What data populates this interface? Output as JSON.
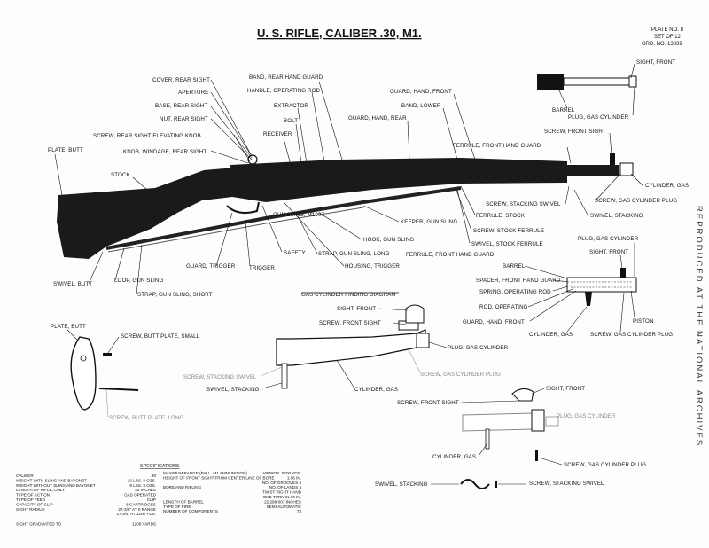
{
  "title": "U. S. RIFLE, CALIBER .30, M1.",
  "plate": {
    "line1": "PLATE NO. 8",
    "line2": "SET OF 12",
    "line3": "ORD. NO. 13839"
  },
  "side_text": "REPRODUCED AT THE NATIONAL ARCHIVES",
  "labels": {
    "sight_front_top": "SIGHT, FRONT",
    "barrel_top": "BARREL",
    "plug_gas_cyl_top": "PLUG, GAS CYLINDER",
    "screw_front_sight_top": "SCREW, FRONT SIGHT",
    "cover_rear_sight": "COVER, REAR SIGHT",
    "aperture": "APERTURE",
    "base_rear_sight": "BASE, REAR SIGHT",
    "nut_rear_sight": "NUT, REAR SIGHT",
    "screw_elev_knob": "SCREW, REAR SIGHT ELEVATING KNOB",
    "knob_windage": "KNOB, WINDAGE, REAR SIGHT",
    "band_rear_hand_guard": "BAND, REAR HAND GUARD",
    "handle_op_rod": "HANDLE, OPERATING ROD",
    "extractor": "EXTRACTOR",
    "bolt": "BOLT",
    "receiver": "RECEIVER",
    "guard_hand_front": "GUARD, HAND, FRONT",
    "band_lower": "BAND, LOWER",
    "guard_hand_rear": "GUARD, HAND, REAR",
    "ferrule_front_hand_guard": "FERRULE, FRONT HAND GUARD",
    "plate_butt": "PLATE, BUTT",
    "stock": "STOCK",
    "cylinder_gas": "CYLINDER, GAS",
    "screw_gas_cyl_plug": "SCREW, GAS CYLINDER PLUG",
    "screw_stacking_swivel": "SCREW, STACKING SWIVEL",
    "swivel_stacking": "SWIVEL, STACKING",
    "ferrule_stock": "FERRULE, STOCK",
    "screw_stock_ferrule": "SCREW, STOCK FERRULE",
    "gun_sling": "GUN SLING, M1907",
    "keeper_gun_sling": "KEEPER, GUN SLING",
    "hook_gun_sling": "HOOK, GUN SLING",
    "strap_gun_sling_long": "STRAP, GUN SLING, LONG",
    "swivel_stock_ferrule": "SWIVEL, STOCK FERRULE",
    "ferrule_front_hand_guard2": "FERRULE, FRONT HAND GUARD",
    "safety": "SAFETY",
    "housing_trigger": "HOUSING, TRIGGER",
    "guard_trigger": "GUARD, TRIGGER",
    "trigger": "TRIGGER",
    "swivel_butt": "SWIVEL, BUTT",
    "loop_gun_sling": "LOOP, GUN SLING",
    "strap_gun_sling_short": "STRAP, GUN SLING, SHORT",
    "plug_gas_cylinder_r": "PLUG, GAS CYLINDER",
    "sight_front_r": "SIGHT, FRONT",
    "barrel_r": "BARREL",
    "spacer": "SPACER, FRONT HAND GUARD",
    "spring_op_rod": "SPRING, OPERATING ROD",
    "rod_operating": "ROD, OPERATING",
    "guard_hand_front_r": "GUARD, HAND, FRONT",
    "cylinder_gas_r": "CYLINDER, GAS",
    "screw_gas_cyl_plug_r": "SCREW, GAS CYLINDER PLUG",
    "piston": "PISTON",
    "gas_diagram_title": "GAS CYLINDER FINDING DIAGRAM",
    "sight_front_mid": "SIGHT, FRONT",
    "screw_front_sight_mid": "SCREW, FRONT SIGHT",
    "plug_gas_cylinder_mid": "PLUG, GAS CYLINDER",
    "screw_stacking_swivel_mid": "SCREW, STACKING SWIVEL",
    "screw_gas_cyl_plug_mid": "SCREW, GAS CYLINDER PLUG",
    "swivel_stacking_mid": "SWIVEL, STACKING",
    "cylinder_gas_mid": "CYLINDER, GAS",
    "plate_butt_2": "PLATE, BUTT",
    "screw_butt_plate_small": "SCREW, BUTT PLATE, SMALL",
    "screw_butt_plate_long": "SCREW, BUTT PLATE, LONG",
    "sight_front_lr": "SIGHT, FRONT",
    "screw_front_sight_lr": "SCREW, FRONT SIGHT",
    "plug_gas_cylinder_lr": "PLUG, GAS CYLINDER",
    "cylinder_gas_lr": "CYLINDER, GAS",
    "screw_gas_cyl_plug_lr": "SCREW, GAS CYLINDER PLUG",
    "swivel_stacking_lr": "SWIVEL, STACKING",
    "screw_stacking_swivel_lr": "SCREW, STACKING SWIVEL"
  },
  "specs": {
    "heading": "SPECIFICATIONS",
    "left": [
      [
        "CALIBER",
        ".30"
      ],
      [
        "WEIGHT WITH SLING AND BAYONET",
        "10 LBS. 8 OZS."
      ],
      [
        "WEIGHT WITHOUT SLING AND BAYONET",
        "9 LBS. 8 OZS."
      ],
      [
        "LENGTH OF RIFLE, ONLY",
        "43 INCHES"
      ],
      [
        "TYPE OF ACTION",
        "GAS OPERATED"
      ],
      [
        "TYPE OF FEED",
        "CLIP"
      ],
      [
        "CAPACITY OF CLIP",
        "8 CARTRIDGES"
      ],
      [
        "SIGHT RADIUS",
        "27-3/8\" AT 0 RANGE"
      ],
      [
        "",
        "27-3/4\" AT 1200 YDS."
      ],
      [
        "SIGHT GRADUATED TO",
        "1200 YARDS"
      ]
    ],
    "right": [
      [
        "MAXIMUM RANGE (BALL, M1 AMMUNITION)",
        "APPROX. 5200 YDS."
      ],
      [
        "HEIGHT OF FRONT SIGHT FROM CENTER LINE OF BORE",
        "1.06 IN."
      ],
      [
        "",
        "NO. OF GROOVES 4"
      ],
      [
        "BORE AND RIFLING",
        "NO. OF LANDS 4"
      ],
      [
        "",
        "TWIST RIGHT HAND"
      ],
      [
        "",
        "ONE TURN IN 10 IN."
      ],
      [
        "LENGTH OF BARREL",
        "22.298-007 INCHES"
      ],
      [
        "TYPE OF FIRE",
        "SEMI-AUTOMATIC"
      ],
      [
        "NUMBER OF COMPONENTS",
        "73"
      ]
    ]
  }
}
